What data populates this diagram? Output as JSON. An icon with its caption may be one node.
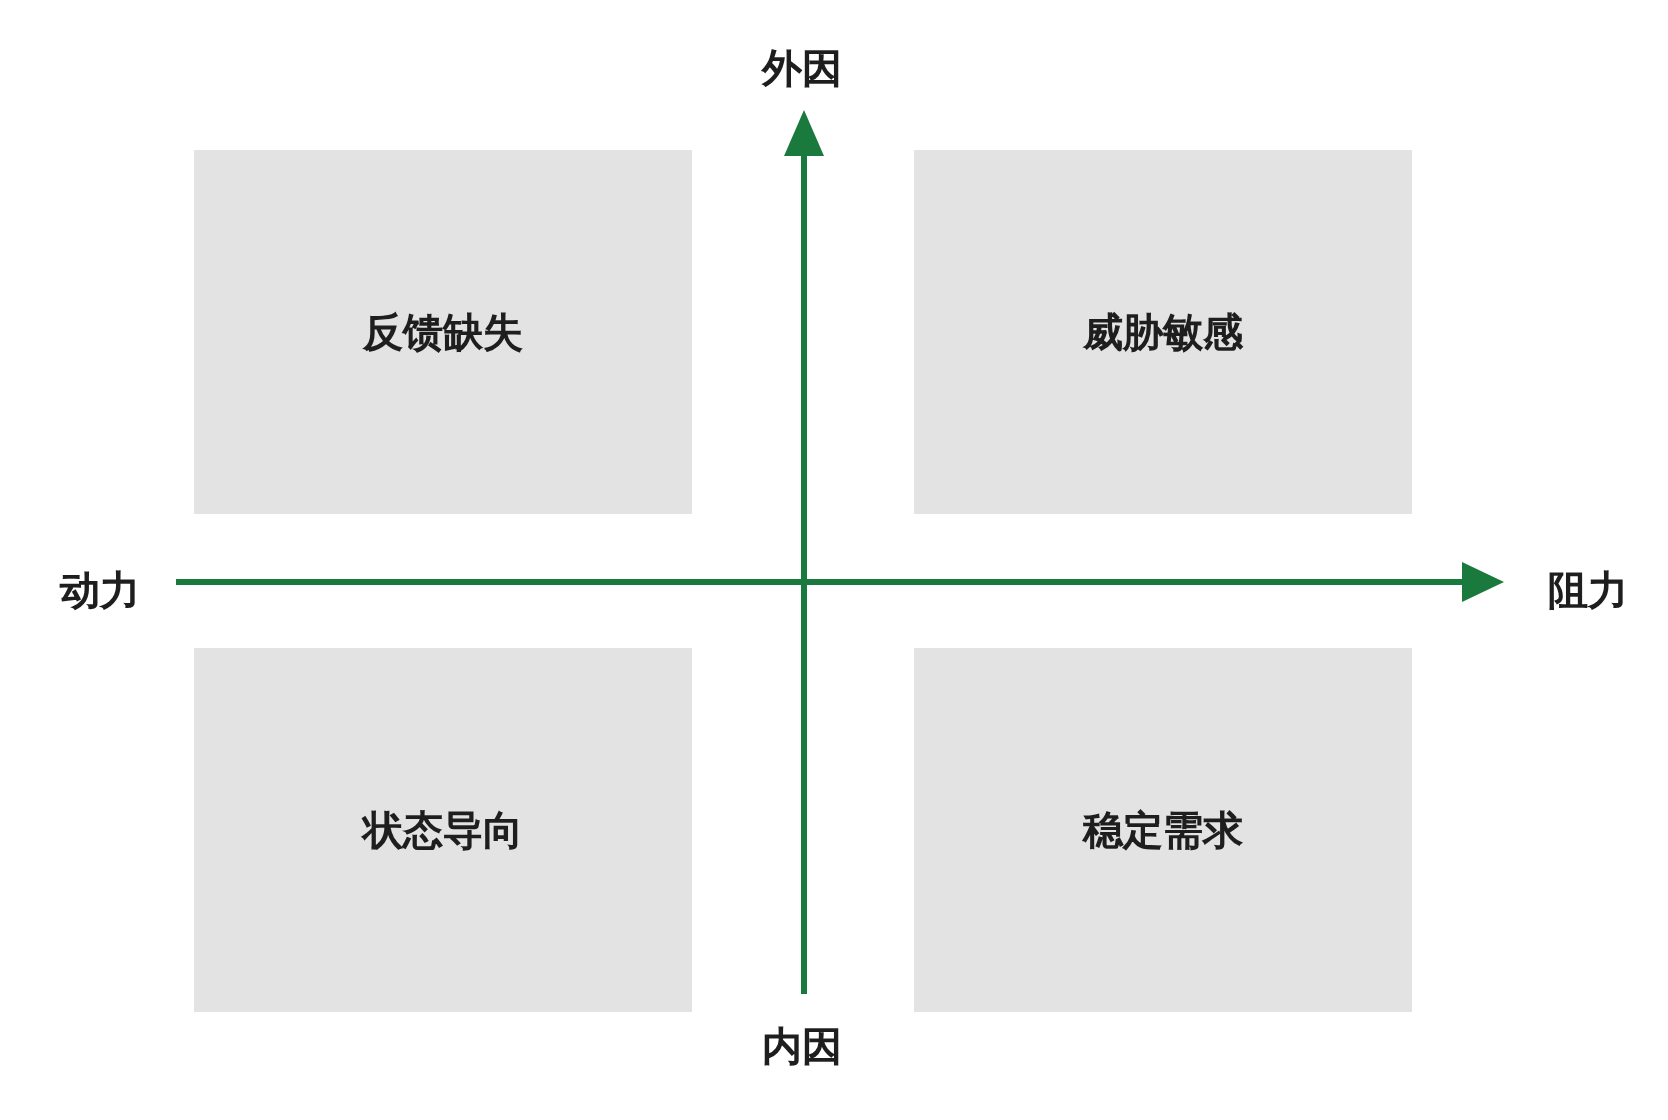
{
  "diagram": {
    "nodes": [
      {
        "text": [
          "反馈缺失"
        ]
      },
      {
        "text": [
          "威胁敏感"
        ]
      },
      {
        "text": [
          "状态导向"
        ]
      },
      {
        "text": [
          "稳定需求"
        ]
      }
    ],
    "edges": [],
    "labels": [
      "外因",
      "动力",
      "阻力",
      "内因"
    ]
  }
}
